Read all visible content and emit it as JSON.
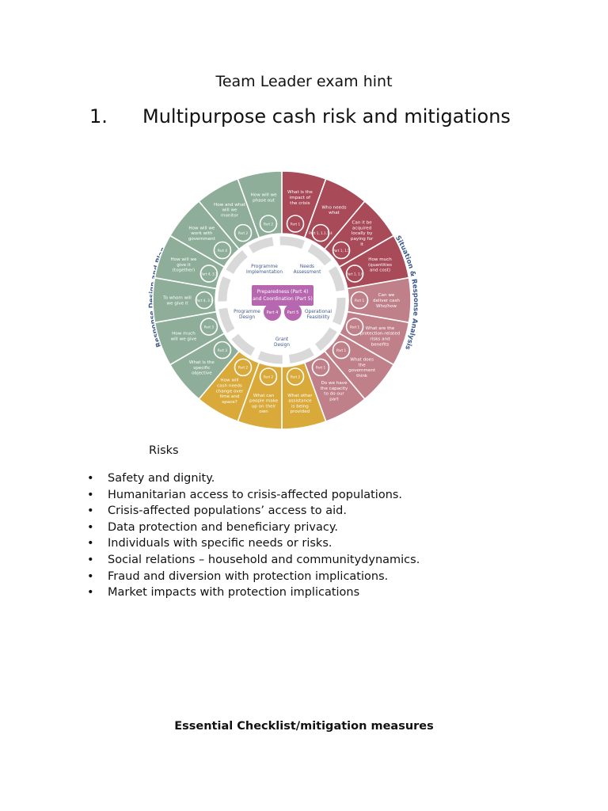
{
  "document": {
    "title": "Team Leader exam hint",
    "section": {
      "number": "1.",
      "heading": "Multipurpose cash risk and mitigations"
    },
    "risks_label": "Risks",
    "bullet_glyph": "•",
    "risks": [
      "Safety and dignity.",
      "Humanitarian access to crisis-affected populations.",
      "Crisis-affected populations’ access to aid.",
      "Data protection and beneficiary privacy.",
      "Individuals with specific needs or risks.",
      "Social relations – household and communitydynamics.",
      "Fraud and diversion with protection implications.",
      "Market impacts with protection implications"
    ],
    "checklist_heading": "Essential Checklist/mitigation measures"
  },
  "diagram": {
    "colors": {
      "red": "#a84a58",
      "rose": "#c0808a",
      "green": "#8fae9a",
      "gold": "#d9a93a",
      "purple": "#b667b0",
      "arrow_gray": "#d9d9d9",
      "label_blue": "#3e5a8c"
    },
    "outer_left_label": "Response Design and Plan",
    "outer_right_label": "Situation & Response Analysis",
    "inner_labels": {
      "programme_implementation": "Programme Implementation",
      "needs_assessment": "Needs Assessment",
      "programme_design": "Programme Design",
      "operational_feasibility": "Operational Feasibility",
      "grant_design": "Grant Design"
    },
    "center": {
      "box_text": "Preparedness (Part 4) and Coordination (Part 5)",
      "part4": "Part 4",
      "part5": "Part 5"
    },
    "segments": [
      {
        "question": "What is the impact of the crisis",
        "part": "Part 1",
        "color": "red"
      },
      {
        "question": "Who needs what",
        "part": "Part 1, 1.1.1.4",
        "color": "red"
      },
      {
        "question": "Can it be acquired locally by paying for it",
        "part": "Part 1, 1.5",
        "color": "red"
      },
      {
        "question": "How much (quantities and cost)",
        "part": "Part 1, 1.6",
        "color": "red"
      },
      {
        "question": "Can we deliver cash Who/how",
        "part": "Part 1",
        "color": "rose"
      },
      {
        "question": "What are the protection-related risks and benefits",
        "part": "Part 1",
        "color": "rose"
      },
      {
        "question": "What does the government think",
        "part": "Part 1",
        "color": "rose"
      },
      {
        "question": "Do we have the capacity to do our part",
        "part": "Part 1",
        "color": "rose"
      },
      {
        "question": "What other assistance is being provided",
        "part": "Part 2",
        "color": "gold"
      },
      {
        "question": "What can people make up on their own",
        "part": "Part 2",
        "color": "gold"
      },
      {
        "question": "How will cash needs change over time and space?",
        "part": "Part 2",
        "color": "gold"
      },
      {
        "question": "What is the specific objective",
        "part": "Part 3",
        "color": "green"
      },
      {
        "question": "How much will we give",
        "part": "Part 3",
        "color": "green"
      },
      {
        "question": "To whom will we give it",
        "part": "Part 4, 3.1",
        "color": "green"
      },
      {
        "question": "How will we give it (together)",
        "part": "Part 4, 3.1",
        "color": "green"
      },
      {
        "question": "How will we work with government",
        "part": "Part 4",
        "color": "green"
      },
      {
        "question": "How and what will we monitor",
        "part": "Part 2",
        "color": "green"
      },
      {
        "question": "How will we phase out",
        "part": "Part 2",
        "color": "green"
      }
    ]
  }
}
